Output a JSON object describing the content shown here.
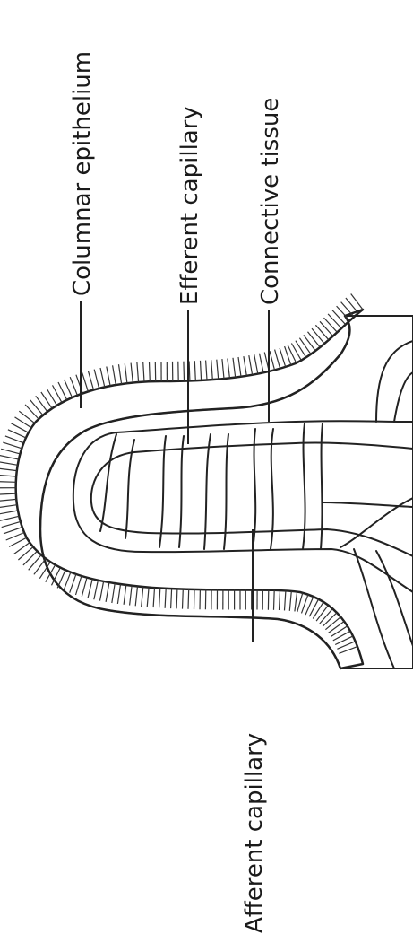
{
  "labels": {
    "columnar_epithelium": "Columnar epithelium",
    "efferent_capillary": "Efferent capillary",
    "connective_tissue": "Connective tissue",
    "afferent_capillary": "Afferent capillary"
  },
  "colors": {
    "background": "#ffffff",
    "ink": "#222222",
    "epithelium_fill": "#f2f2f2",
    "connective_fill": "#f6f6f6"
  }
}
